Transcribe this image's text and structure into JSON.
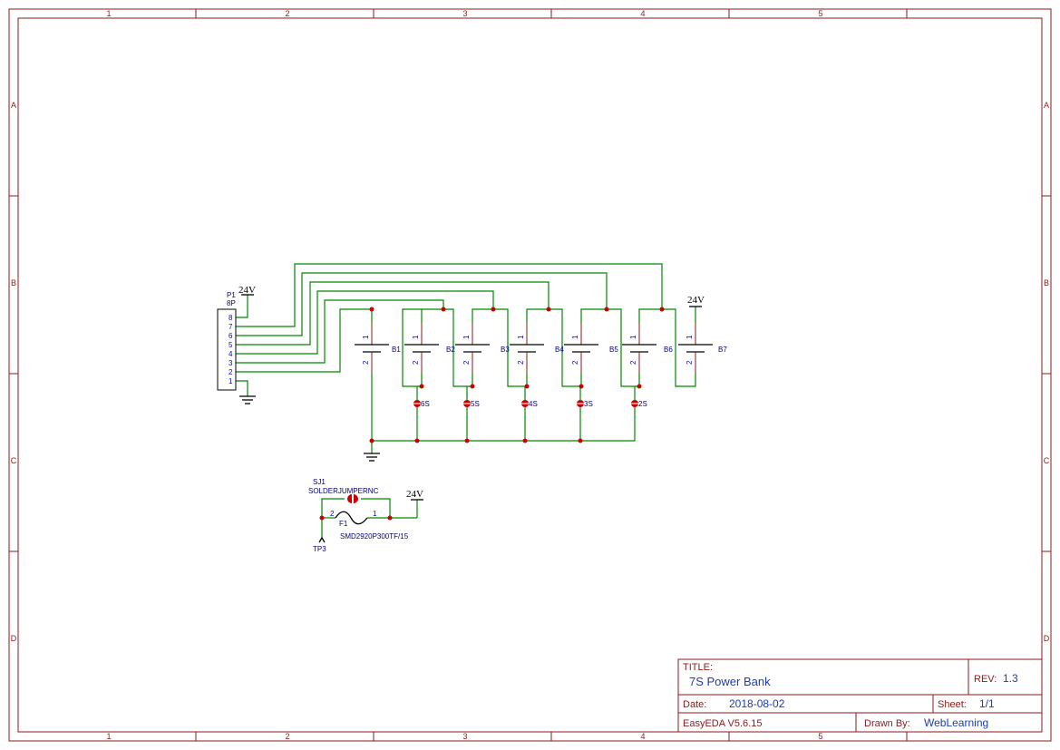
{
  "frame": {
    "columns": [
      "1",
      "2",
      "3",
      "4",
      "5"
    ],
    "rows": [
      "A",
      "B",
      "C",
      "D"
    ]
  },
  "connector": {
    "ref": "P1",
    "value": "8P",
    "pins": [
      "8",
      "7",
      "6",
      "5",
      "4",
      "3",
      "2",
      "1"
    ]
  },
  "batteries": [
    {
      "ref": "B1",
      "pin_top": "1",
      "pin_bot": "2"
    },
    {
      "ref": "B2",
      "pin_top": "1",
      "pin_bot": "2"
    },
    {
      "ref": "B3",
      "pin_top": "1",
      "pin_bot": "2"
    },
    {
      "ref": "B4",
      "pin_top": "1",
      "pin_bot": "2"
    },
    {
      "ref": "B5",
      "pin_top": "1",
      "pin_bot": "2"
    },
    {
      "ref": "B6",
      "pin_top": "1",
      "pin_bot": "2"
    },
    {
      "ref": "B7",
      "pin_top": "1",
      "pin_bot": "2"
    }
  ],
  "testpoints": [
    "6S",
    "5S",
    "4S",
    "3S",
    "2S"
  ],
  "net_labels": {
    "p1_vcc": "24V",
    "b7_vcc": "24V",
    "fuse_vcc": "24V"
  },
  "jumper": {
    "ref": "SJ1",
    "value": "SOLDERJUMPERNC"
  },
  "fuse": {
    "ref": "F1",
    "value": "SMD2920P300TF/15",
    "pin_left": "2",
    "pin_right": "1"
  },
  "tp3": {
    "ref": "TP3"
  },
  "title_block": {
    "title_label": "TITLE:",
    "title": "7S Power Bank",
    "rev_label": "REV:",
    "rev": "1.3",
    "date_label": "Date:",
    "date": "2018-08-02",
    "sheet_label": "Sheet:",
    "sheet": "1/1",
    "software": "EasyEDA V5.6.15",
    "drawn_label": "Drawn By:",
    "drawn_by": "WebLearning"
  },
  "colors": {
    "frame": "#8b1a1a",
    "wire": "#008800",
    "junction": "#cc0000",
    "pin_number": "#0000cc",
    "designator": "#000080",
    "title_value": "#1e3cb4"
  }
}
